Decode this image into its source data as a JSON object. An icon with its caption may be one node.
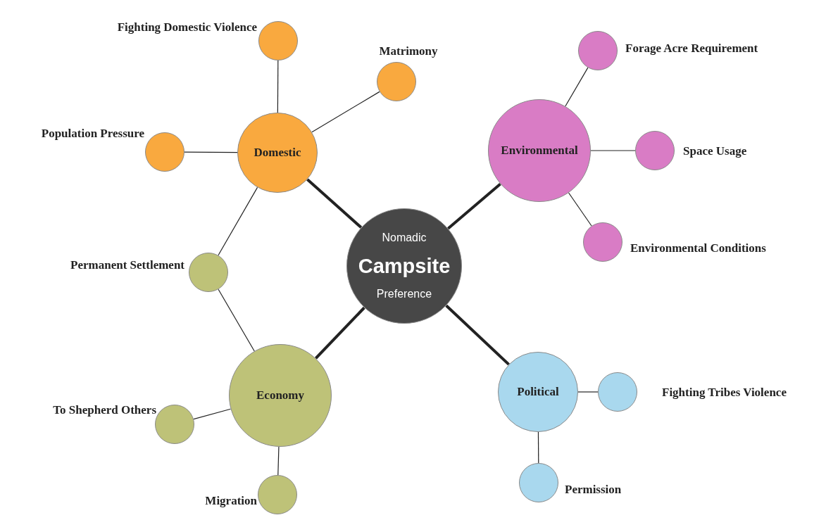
{
  "diagram": {
    "nodes": [
      {
        "text": [
          "Nomadic",
          "Campsite",
          "Preference"
        ]
      },
      {
        "text": [
          "Domestic"
        ]
      },
      {
        "text": [],
        "shape": "circle",
        "beside": [
          "Fighting Domestic Violence"
        ]
      },
      {
        "text": [],
        "shape": "circle",
        "beside": [
          "Matrimony"
        ]
      },
      {
        "text": [],
        "shape": "circle",
        "beside": [
          "Population Pressure"
        ]
      },
      {
        "text": [],
        "shape": "circle",
        "beside": [
          "Permanent Settlement"
        ]
      },
      {
        "text": [
          "Environmental"
        ]
      },
      {
        "text": [],
        "shape": "circle",
        "beside": [
          "Forage Acre Requirement"
        ]
      },
      {
        "text": [],
        "shape": "circle",
        "beside": [
          "Space Usage"
        ]
      },
      {
        "text": [],
        "shape": "circle",
        "beside": [
          "Environmental Conditions"
        ]
      },
      {
        "text": [
          "Economy"
        ]
      },
      {
        "text": [],
        "shape": "circle",
        "beside": [
          "To Shepherd Others"
        ]
      },
      {
        "text": [],
        "shape": "circle",
        "beside": [
          "Migration"
        ]
      },
      {
        "text": [
          "Political"
        ]
      },
      {
        "text": [],
        "shape": "circle",
        "beside": [
          "Fighting Tribes Violence"
        ]
      },
      {
        "text": [],
        "shape": "circle",
        "beside": [
          "Permission"
        ]
      }
    ],
    "edges": [
      {
        "from": 0,
        "to": 1,
        "arrow": "none",
        "style": "thick"
      },
      {
        "from": 0,
        "to": 6,
        "arrow": "none",
        "style": "thick"
      },
      {
        "from": 0,
        "to": 13,
        "arrow": "none",
        "style": "thick"
      },
      {
        "from": 0,
        "to": 10,
        "arrow": "none",
        "style": "thick"
      },
      {
        "from": 1,
        "to": 2,
        "arrow": "none"
      },
      {
        "from": 1,
        "to": 3,
        "arrow": "none"
      },
      {
        "from": 1,
        "to": 4,
        "arrow": "none"
      },
      {
        "from": 1,
        "to": 5,
        "arrow": "none"
      },
      {
        "from": 5,
        "to": 10,
        "arrow": "none"
      },
      {
        "from": 10,
        "to": 11,
        "arrow": "none"
      },
      {
        "from": 10,
        "to": 12,
        "arrow": "none"
      },
      {
        "from": 6,
        "to": 7,
        "arrow": "none"
      },
      {
        "from": 6,
        "to": 8,
        "arrow": "none"
      },
      {
        "from": 6,
        "to": 9,
        "arrow": "none"
      },
      {
        "from": 13,
        "to": 14,
        "arrow": "none"
      },
      {
        "from": 13,
        "to": 15,
        "arrow": "none"
      }
    ]
  }
}
